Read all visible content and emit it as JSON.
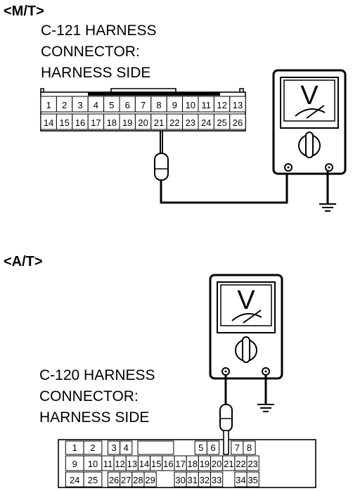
{
  "mt": {
    "heading": "<M/T>",
    "caption": [
      "C-121 HARNESS",
      "CONNECTOR:",
      "HARNESS SIDE"
    ],
    "pins_top": [
      "1",
      "2",
      "3",
      "4",
      "5",
      "6",
      "7",
      "8",
      "9",
      "10",
      "11",
      "12",
      "13"
    ],
    "pins_bottom": [
      "14",
      "15",
      "16",
      "17",
      "18",
      "19",
      "20",
      "21",
      "22",
      "23",
      "24",
      "25",
      "26"
    ]
  },
  "at": {
    "heading": "<A/T>",
    "caption": [
      "C-120 HARNESS",
      "CONNECTOR:",
      "HARNESS SIDE"
    ],
    "row1": [
      "1",
      "2",
      "3",
      "4",
      "5",
      "6",
      "7",
      "8"
    ],
    "row2": [
      "9",
      "10",
      "11",
      "12",
      "13",
      "14",
      "15",
      "16",
      "17",
      "18",
      "19",
      "20",
      "21",
      "22",
      "23"
    ],
    "row3": [
      "24",
      "25",
      "26",
      "27",
      "28",
      "29",
      "30",
      "31",
      "32",
      "33",
      "34",
      "35"
    ]
  },
  "meter": {
    "display_glyph": "V"
  }
}
